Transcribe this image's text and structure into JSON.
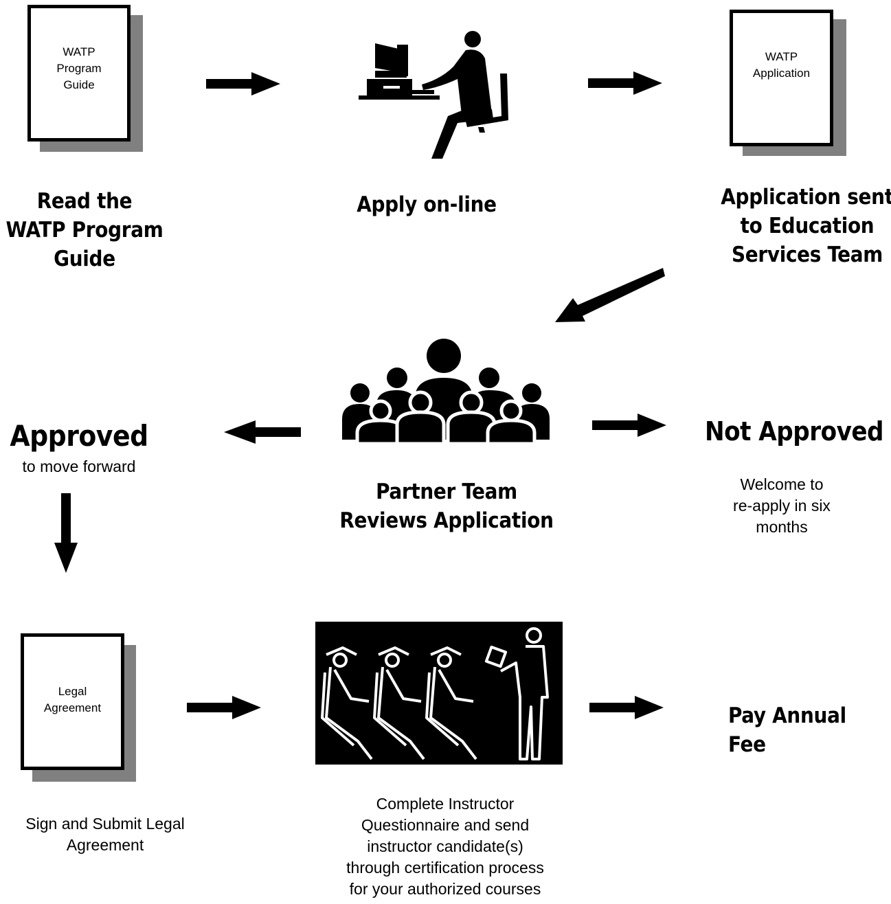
{
  "documents": {
    "program_guide": "WATP\nProgram\nGuide",
    "application": "WATP\nApplication",
    "legal": "Legal\nAgreement"
  },
  "steps": {
    "read_guide": "Read the\nWATP Program\nGuide",
    "apply_online": "Apply on-line",
    "application_sent": "Application sent\nto Education\nServices Team",
    "partner_review": "Partner Team\nReviews Application",
    "approved_title": "Approved",
    "approved_sub": "to move forward",
    "not_approved_title": "Not Approved",
    "not_approved_sub": "Welcome to\nre-apply in six\nmonths",
    "sign_submit": "Sign and Submit Legal\nAgreement",
    "complete_questionnaire": "Complete Instructor\nQuestionnaire and send\ninstructor candidate(s)\nthrough certification process\nfor your authorized courses",
    "pay_fee": "Pay Annual Fee"
  },
  "icons": {
    "arrow": "arrow-icon",
    "computer_user": "computer-user-icon",
    "group": "group-of-people-icon",
    "classroom": "classroom-icon"
  },
  "colors": {
    "ink": "#000000",
    "shadow": "#808080",
    "paper": "#ffffff"
  }
}
